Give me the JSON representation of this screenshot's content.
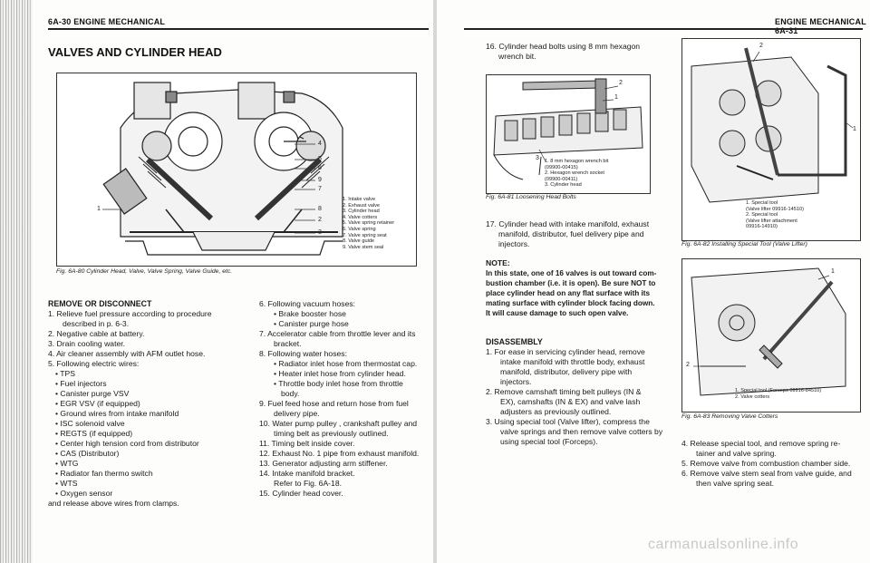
{
  "left_page": {
    "header": "6A-30 ENGINE MECHANICAL",
    "section_title": "VALVES AND CYLINDER HEAD",
    "figure": {
      "caption": "Fig. 6A-80 Cylinder Head, Valve, Valve Spring, Valve Guide, etc.",
      "callouts": [
        "1",
        "4",
        "5",
        "6",
        "9",
        "7",
        "8",
        "2",
        "3"
      ],
      "legend": [
        "1.  Intake valve",
        "2.  Exhaust valve",
        "3.  Cylinder head",
        "4.  Valve cotters",
        "5.  Valve spring retainer",
        "6.  Valve spring",
        "7.  Valve spring seat",
        "8.  Valve guide",
        "9.  Valve stem seal"
      ]
    },
    "remove_title": "REMOVE OR DISCONNECT",
    "col1": [
      {
        "type": "step",
        "text": "1. Relieve fuel pressure according to procedure"
      },
      {
        "type": "sub",
        "text": "described in p. 6-3."
      },
      {
        "type": "step",
        "text": "2. Negative cable at battery."
      },
      {
        "type": "step",
        "text": "3. Drain cooling water."
      },
      {
        "type": "step",
        "text": "4. Air cleaner assembly with AFM outlet hose."
      },
      {
        "type": "step",
        "text": "5. Following electric wires:"
      },
      {
        "type": "bullet",
        "text": "TPS"
      },
      {
        "type": "bullet",
        "text": "Fuel injectors"
      },
      {
        "type": "bullet",
        "text": "Canister purge VSV"
      },
      {
        "type": "bullet",
        "text": "EGR VSV (if equipped)"
      },
      {
        "type": "bullet",
        "text": "Ground wires from intake manifold"
      },
      {
        "type": "bullet",
        "text": "ISC solenoid valve"
      },
      {
        "type": "bullet",
        "text": "REGTS (if equipped)"
      },
      {
        "type": "bullet",
        "text": "Center high tension cord from distributor"
      },
      {
        "type": "bullet",
        "text": "CAS (Distributor)"
      },
      {
        "type": "bullet",
        "text": "WTG"
      },
      {
        "type": "bullet",
        "text": "Radiator fan thermo switch"
      },
      {
        "type": "bullet",
        "text": "WTS"
      },
      {
        "type": "bullet",
        "text": "Oxygen sensor"
      },
      {
        "type": "plain",
        "text": "and release above wires from clamps."
      }
    ],
    "col2": [
      {
        "type": "step",
        "text": "6. Following vacuum hoses:"
      },
      {
        "type": "subbullet",
        "text": "Brake booster hose"
      },
      {
        "type": "subbullet",
        "text": "Canister purge hose"
      },
      {
        "type": "step",
        "text": "7. Accelerator cable from throttle lever and its"
      },
      {
        "type": "sub",
        "text": "bracket."
      },
      {
        "type": "step",
        "text": "8. Following water hoses:"
      },
      {
        "type": "subbullet",
        "text": "Radiator inlet hose from thermostat cap."
      },
      {
        "type": "subbullet",
        "text": "Heater inlet hose from cylinder head."
      },
      {
        "type": "subbullet",
        "text": "Throttle body inlet hose from throttle"
      },
      {
        "type": "sub2",
        "text": "body."
      },
      {
        "type": "step",
        "text": "9. Fuel feed hose and return hose from fuel"
      },
      {
        "type": "sub",
        "text": "delivery pipe."
      },
      {
        "type": "step",
        "text": "10. Water pump pulley , crankshaft pulley and"
      },
      {
        "type": "sub",
        "text": "timing belt as previously outlined."
      },
      {
        "type": "step",
        "text": "11. Timing belt inside cover."
      },
      {
        "type": "step",
        "text": "12. Exhaust No. 1 pipe from exhaust manifold."
      },
      {
        "type": "step",
        "text": "13. Generator adjusting arm stiffener."
      },
      {
        "type": "step",
        "text": "14. Intake manifold bracket."
      },
      {
        "type": "sub",
        "text": "Refer to Fig. 6A-18."
      },
      {
        "type": "step",
        "text": "15. Cylinder head cover."
      }
    ]
  },
  "right_page": {
    "header": "ENGINE MECHANICAL 6A-31",
    "step16": [
      "16. Cylinder head bolts using 8 mm hexagon",
      "wrench bit."
    ],
    "fig81": {
      "caption": "Fig. 6A-81 Loosening Head Bolts",
      "callouts": [
        "2",
        "1",
        "3"
      ],
      "legend": [
        "1.  8 mm hexagon wrench bit",
        "     (09900-00415)",
        "2.  Hexagon wrench socket",
        "     (09900-00411)",
        "3.  Cylinder head"
      ]
    },
    "step17": [
      "17. Cylinder head with intake manifold, exhaust",
      "manifold, distributor, fuel delivery pipe and",
      "injectors."
    ],
    "note": {
      "title": "NOTE:",
      "lines": [
        "In this state, one of 16 valves is out toward com-",
        "bustion chamber (i.e. it is open). Be sure NOT to",
        "place cylinder head on any flat surface with its",
        "mating surface with cylinder block facing down.",
        "It will cause damage to such open valve."
      ]
    },
    "disassembly_title": "DISASSEMBLY",
    "disassembly": [
      {
        "type": "step",
        "text": "1. For ease in servicing cylinder head, remove"
      },
      {
        "type": "sub",
        "text": "intake manifold with throttle body, exhaust"
      },
      {
        "type": "sub",
        "text": "manifold, distributor, delivery pipe with"
      },
      {
        "type": "sub",
        "text": "injectors."
      },
      {
        "type": "step",
        "text": "2. Remove camshaft timing belt pulleys (IN &"
      },
      {
        "type": "sub",
        "text": "EX), camshafts (IN & EX) and valve lash"
      },
      {
        "type": "sub",
        "text": "adjusters as previously outlined."
      },
      {
        "type": "step",
        "text": "3. Using special tool (Valve lifter), compress the"
      },
      {
        "type": "sub",
        "text": "valve springs and then remove valve cotters by"
      },
      {
        "type": "sub",
        "text": "using special tool (Forceps)."
      }
    ],
    "fig82": {
      "caption": "Fig. 6A-82 Installing Special Tool (Valve Lifter)",
      "callouts": [
        "2",
        "1"
      ],
      "legend": [
        "1.  Special tool",
        "     (Valve lifter 09916-14510)",
        "2.  Special tool",
        "     (Valve lifter attachment",
        "     09916-14910)"
      ]
    },
    "fig83": {
      "caption": "Fig. 6A-83 Removing Valve Cotters",
      "callouts": [
        "1",
        "2"
      ],
      "legend": [
        "1.  Special tool (Forceps 09916-84510)",
        "2.  Valve cotters"
      ]
    },
    "final_steps": [
      {
        "type": "step",
        "text": "4. Release special tool, and remove spring re-"
      },
      {
        "type": "sub",
        "text": "tainer and valve spring."
      },
      {
        "type": "step",
        "text": "5. Remove valve from combustion chamber side."
      },
      {
        "type": "step",
        "text": "6. Remove valve stem seal from valve guide, and"
      },
      {
        "type": "sub",
        "text": "then valve spring seat."
      }
    ]
  },
  "watermark": "carmanualsonline.info"
}
